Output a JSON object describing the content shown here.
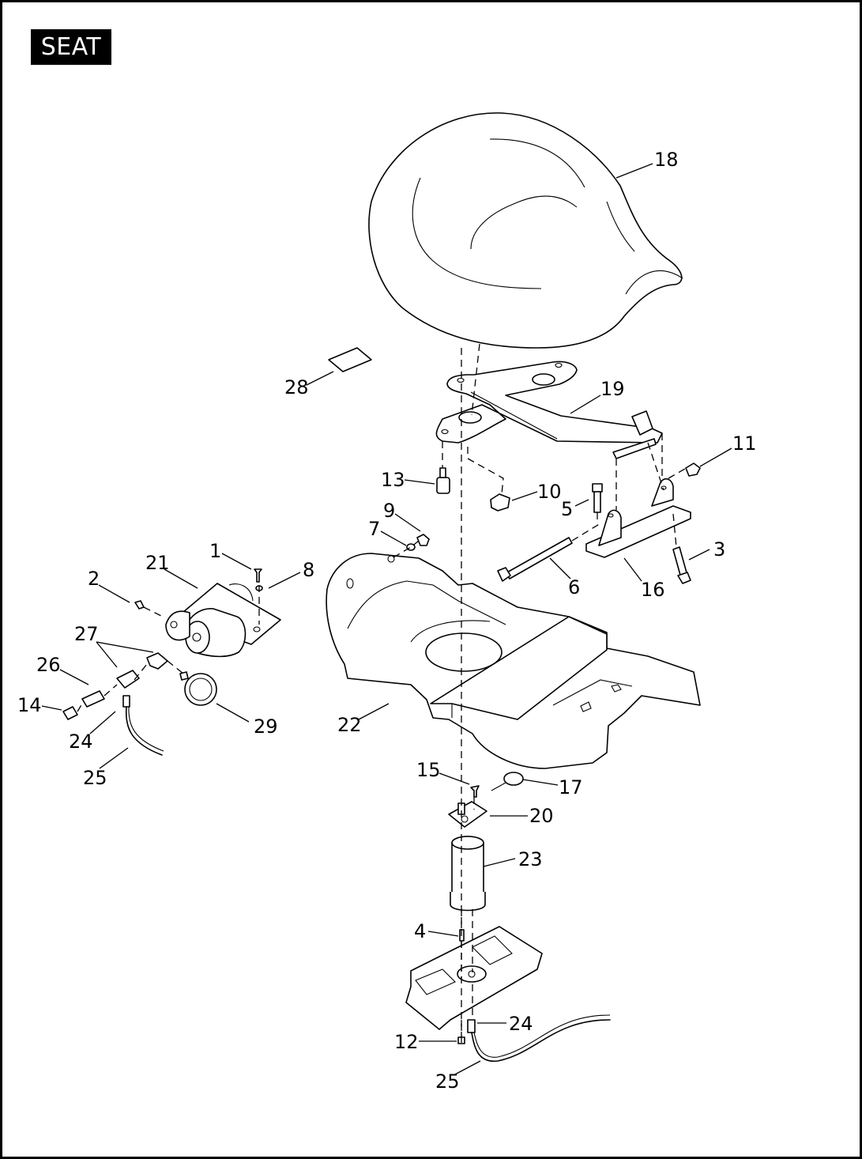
{
  "title": "SEAT",
  "callouts": [
    {
      "id": "c18",
      "label": "18"
    },
    {
      "id": "c28",
      "label": "28"
    },
    {
      "id": "c19",
      "label": "19"
    },
    {
      "id": "c11",
      "label": "11"
    },
    {
      "id": "c13",
      "label": "13"
    },
    {
      "id": "c10",
      "label": "10"
    },
    {
      "id": "c5",
      "label": "5"
    },
    {
      "id": "c9",
      "label": "9"
    },
    {
      "id": "c7",
      "label": "7"
    },
    {
      "id": "c3",
      "label": "3"
    },
    {
      "id": "c1",
      "label": "1"
    },
    {
      "id": "c21",
      "label": "21"
    },
    {
      "id": "c8",
      "label": "8"
    },
    {
      "id": "c2",
      "label": "2"
    },
    {
      "id": "c6",
      "label": "6"
    },
    {
      "id": "c16",
      "label": "16"
    },
    {
      "id": "c27",
      "label": "27"
    },
    {
      "id": "c26",
      "label": "26"
    },
    {
      "id": "c14",
      "label": "14"
    },
    {
      "id": "c29",
      "label": "29"
    },
    {
      "id": "c22",
      "label": "22"
    },
    {
      "id": "c24a",
      "label": "24"
    },
    {
      "id": "c25a",
      "label": "25"
    },
    {
      "id": "c15",
      "label": "15"
    },
    {
      "id": "c17",
      "label": "17"
    },
    {
      "id": "c20",
      "label": "20"
    },
    {
      "id": "c23",
      "label": "23"
    },
    {
      "id": "c4",
      "label": "4"
    },
    {
      "id": "c24b",
      "label": "24"
    },
    {
      "id": "c12",
      "label": "12"
    },
    {
      "id": "c25b",
      "label": "25"
    }
  ]
}
